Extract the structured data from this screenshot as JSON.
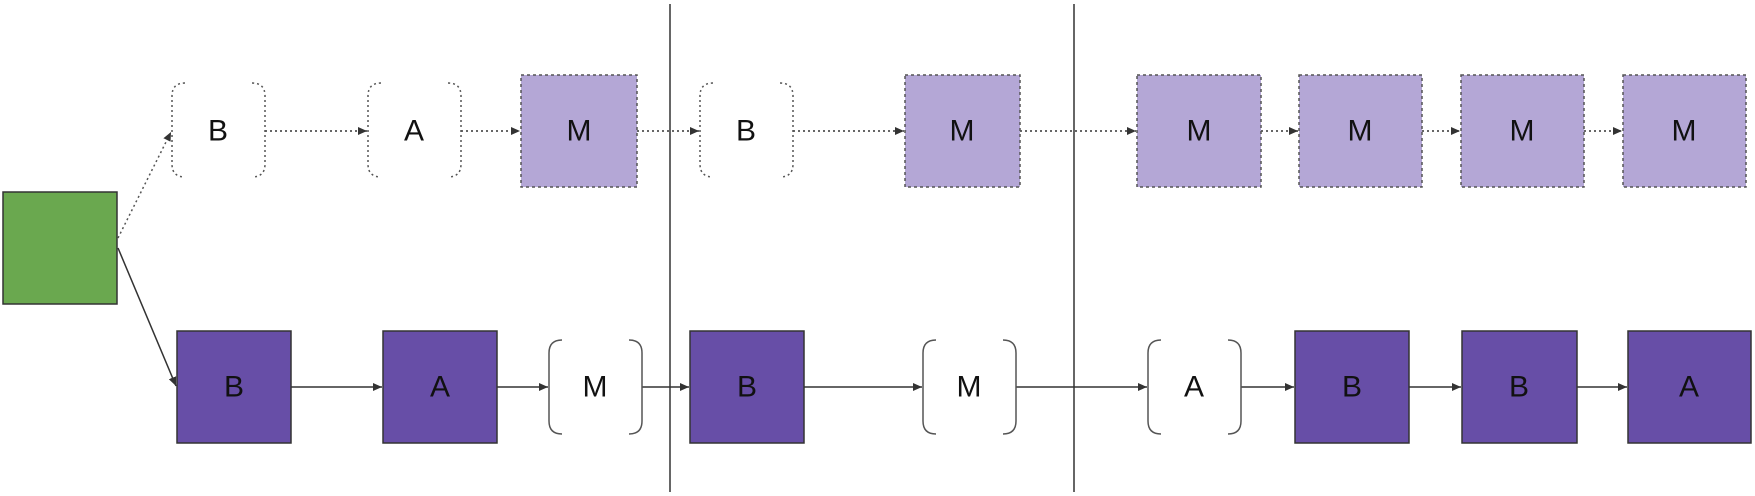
{
  "colors": {
    "start": "#6aa84f",
    "solid": "#674ea7",
    "faded": "#b4a7d6",
    "line": "#333333",
    "bracket": "#555555"
  },
  "dividers": 2,
  "top_row": {
    "style": "dotted",
    "nodes": [
      {
        "label": "B",
        "kind": "bracket"
      },
      {
        "label": "A",
        "kind": "bracket"
      },
      {
        "label": "M",
        "kind": "box"
      },
      {
        "label": "B",
        "kind": "bracket"
      },
      {
        "label": "M",
        "kind": "box"
      },
      {
        "label": "M",
        "kind": "box"
      },
      {
        "label": "M",
        "kind": "box"
      },
      {
        "label": "M",
        "kind": "box"
      },
      {
        "label": "M",
        "kind": "box"
      }
    ]
  },
  "bottom_row": {
    "style": "solid",
    "nodes": [
      {
        "label": "B",
        "kind": "box"
      },
      {
        "label": "A",
        "kind": "box"
      },
      {
        "label": "M",
        "kind": "bracket"
      },
      {
        "label": "B",
        "kind": "box"
      },
      {
        "label": "M",
        "kind": "bracket"
      },
      {
        "label": "A",
        "kind": "bracket"
      },
      {
        "label": "B",
        "kind": "box"
      },
      {
        "label": "B",
        "kind": "box"
      },
      {
        "label": "A",
        "kind": "box"
      }
    ]
  }
}
